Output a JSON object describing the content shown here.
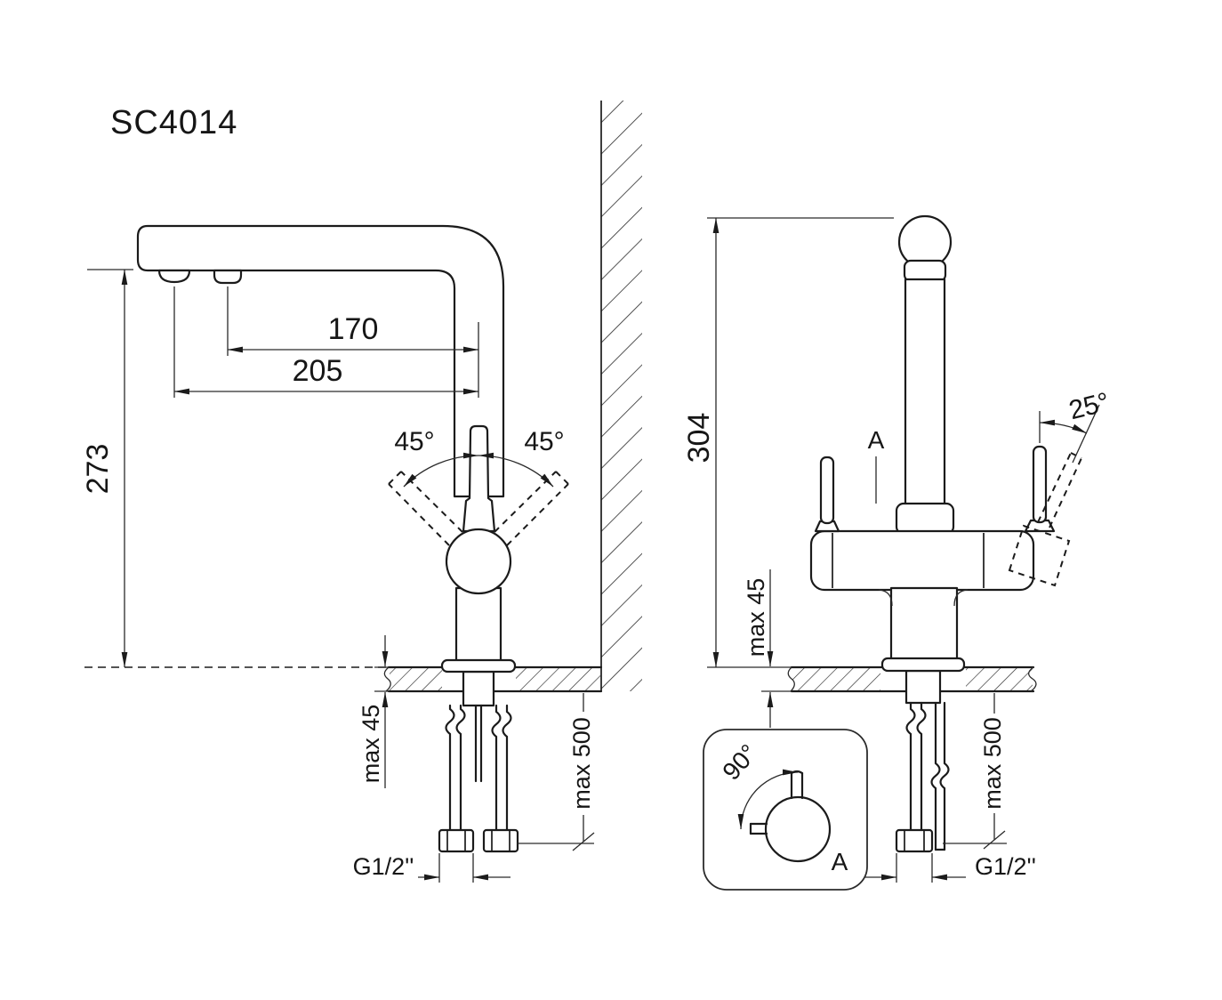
{
  "title": "SC4014",
  "side_view": {
    "dim_reach_filter": "170",
    "dim_reach_spout": "205",
    "dim_height_spout": "273",
    "angle_swivel_left": "45°",
    "angle_swivel_right": "45°",
    "dim_deck_max": "max 45",
    "dim_hose_max": "max 500",
    "thread": "G1/2''"
  },
  "front_view": {
    "dim_height_total": "304",
    "angle_filter_handle": "25°",
    "detail_marker": "A",
    "dim_deck_max": "max 45",
    "dim_hose_max": "max 500",
    "thread": "G1/2''"
  },
  "detail_view": {
    "angle_handle_swing": "90°",
    "label": "A"
  }
}
